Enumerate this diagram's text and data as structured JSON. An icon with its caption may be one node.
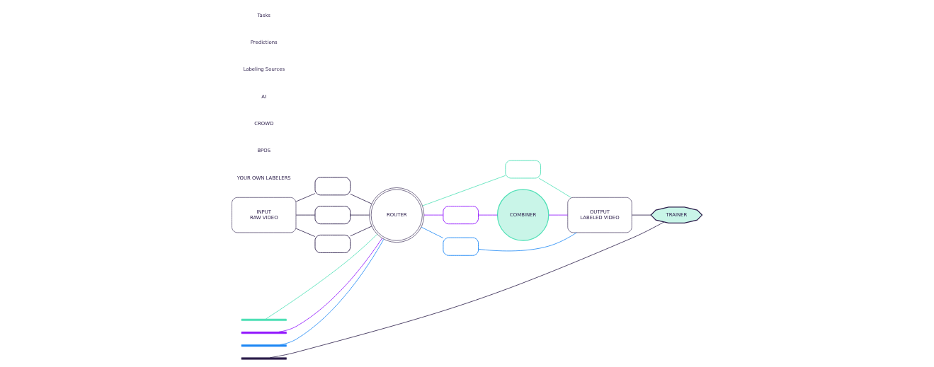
{
  "diagram": {
    "nodes": [
      {
        "text": [
          "INPUT",
          "RAW VIDEO"
        ]
      },
      {
        "text": [],
        "shape": "box"
      },
      {
        "text": [],
        "shape": "box"
      },
      {
        "text": [],
        "shape": "box"
      },
      {
        "text": [
          "ROUTER"
        ]
      },
      {
        "text": [],
        "shape": "box"
      },
      {
        "text": [],
        "shape": "box"
      },
      {
        "text": [],
        "shape": "box"
      },
      {
        "text": [
          "COMBINER"
        ]
      },
      {
        "text": [
          "OUTPUT",
          "LABELED VIDEO"
        ]
      },
      {
        "text": [
          "TRAINER"
        ]
      },
      {
        "text": [],
        "shape": "bar"
      },
      {
        "text": [],
        "shape": "bar"
      },
      {
        "text": [],
        "shape": "bar"
      },
      {
        "text": [],
        "shape": "bar"
      }
    ],
    "edges": [
      {
        "from": 0,
        "to": 1,
        "arrow": "none"
      },
      {
        "from": 0,
        "to": 2,
        "arrow": "none"
      },
      {
        "from": 0,
        "to": 3,
        "arrow": "none"
      },
      {
        "from": 1,
        "to": 4,
        "arrow": "none"
      },
      {
        "from": 2,
        "to": 4,
        "arrow": "none"
      },
      {
        "from": 3,
        "to": 4,
        "arrow": "none"
      },
      {
        "from": 4,
        "to": 5,
        "arrow": "none",
        "color": "#4fe0b6"
      },
      {
        "from": 4,
        "to": 6,
        "arrow": "none",
        "color": "#9013fe"
      },
      {
        "from": 4,
        "to": 7,
        "arrow": "none",
        "color": "#1e88f5"
      },
      {
        "from": 5,
        "to": 9,
        "arrow": "none",
        "color": "#4fe0b6"
      },
      {
        "from": 6,
        "to": 8,
        "arrow": "none",
        "color": "#9013fe"
      },
      {
        "from": 8,
        "to": 9,
        "arrow": "none",
        "color": "#9013fe"
      },
      {
        "from": 7,
        "to": 9,
        "arrow": "none",
        "color": "#1e88f5"
      },
      {
        "from": 9,
        "to": 10,
        "arrow": "none"
      },
      {
        "from": 4,
        "to": 11,
        "arrow": "none",
        "color": "#4fe0b6"
      },
      {
        "from": 4,
        "to": 12,
        "arrow": "none",
        "color": "#9013fe"
      },
      {
        "from": 4,
        "to": 13,
        "arrow": "none",
        "color": "#1e88f5"
      },
      {
        "from": 10,
        "to": 14,
        "arrow": "none"
      }
    ],
    "labels": [
      "Tasks",
      "Predictions",
      "Labeling Sources",
      "AI",
      "CROWD",
      "BPOS",
      "YOUR OWN LABELERS"
    ]
  }
}
